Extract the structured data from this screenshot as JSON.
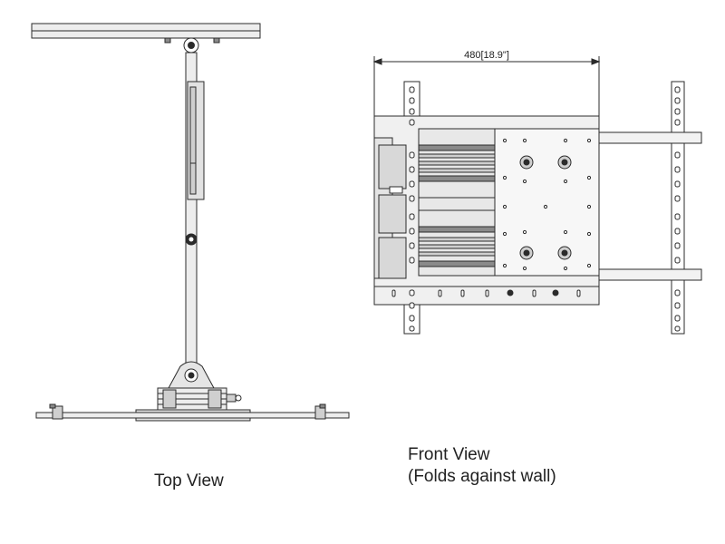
{
  "top_view": {
    "caption": "Top View"
  },
  "front_view": {
    "caption_line1": "Front View",
    "caption_line2": "(Folds against wall)",
    "dimension_label": "480[18.9\"]"
  },
  "colors": {
    "line": "#2b2b2b",
    "fill_light": "#ededed",
    "fill_mid": "#cfcfcf",
    "fill_dark": "#8a8a8a"
  }
}
